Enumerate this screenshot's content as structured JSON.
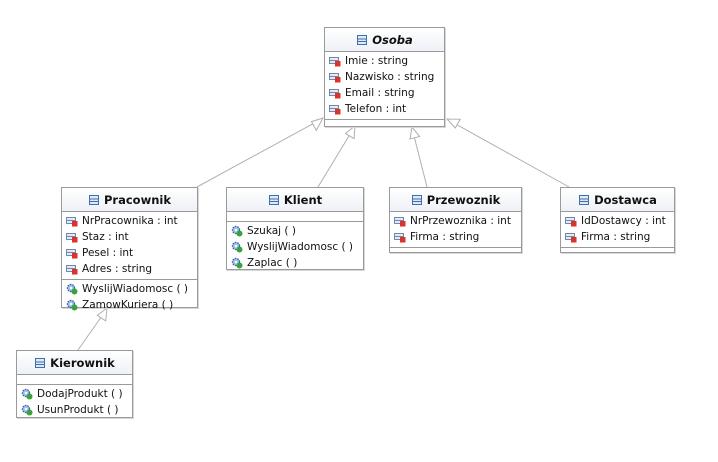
{
  "classes": {
    "osoba": {
      "name": "Osoba",
      "abstract": true,
      "attributes": [
        "Imie : string",
        "Nazwisko : string",
        "Email : string",
        "Telefon : int"
      ],
      "operations": []
    },
    "pracownik": {
      "name": "Pracownik",
      "abstract": false,
      "attributes": [
        "NrPracownika : int",
        "Staz : int",
        "Pesel : int",
        "Adres : string"
      ],
      "operations": [
        "WyslijWiadomosc ( )",
        "ZamowKuriera ( )"
      ]
    },
    "klient": {
      "name": "Klient",
      "abstract": false,
      "attributes": [],
      "operations": [
        "Szukaj ( )",
        "WyslijWiadomosc ( )",
        "Zaplac ( )"
      ]
    },
    "przewoznik": {
      "name": "Przewoznik",
      "abstract": false,
      "attributes": [
        "NrPrzewoznika : int",
        "Firma : string"
      ],
      "operations": []
    },
    "dostawca": {
      "name": "Dostawca",
      "abstract": false,
      "attributes": [
        "IdDostawcy : int",
        "Firma : string"
      ],
      "operations": []
    },
    "kierownik": {
      "name": "Kierownik",
      "abstract": false,
      "attributes": [],
      "operations": [
        "DodajProdukt ( )",
        "UsunProdukt ( )"
      ]
    }
  },
  "generalizations": [
    {
      "child": "pracownik",
      "parent": "osoba"
    },
    {
      "child": "klient",
      "parent": "osoba"
    },
    {
      "child": "przewoznik",
      "parent": "osoba"
    },
    {
      "child": "dostawca",
      "parent": "osoba"
    },
    {
      "child": "kierownik",
      "parent": "pracownik"
    }
  ],
  "colors": {
    "border": "#9a9a9a",
    "arrow": "#b0b0b0",
    "class_icon": "#3f6fae",
    "attribute_icon_red": "#d9332b",
    "operation_icon_blue": "#2a5fae",
    "operation_icon_green": "#3aa23a"
  },
  "icons": {
    "class": "class-icon",
    "attribute": "private-attribute-icon",
    "operation": "public-operation-icon"
  }
}
